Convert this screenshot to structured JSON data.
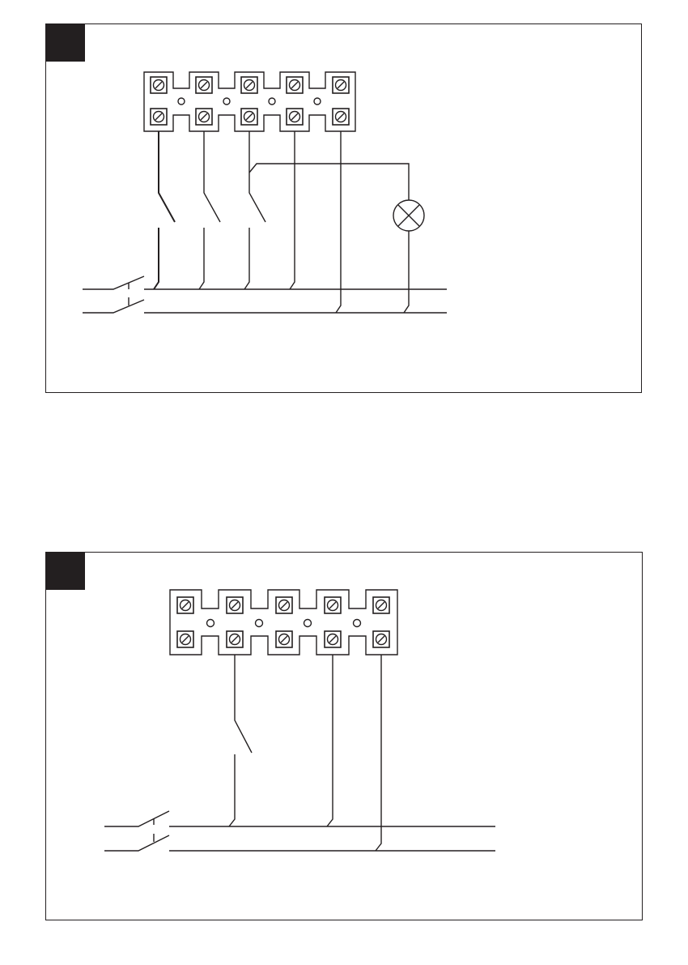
{
  "page": {
    "background": "#ffffff",
    "line_color": "#231f20",
    "badge_color": "#231f20"
  },
  "figures": [
    {
      "id": "wiring-diagram-1",
      "terminal_block": {
        "terminals": 5,
        "screws_per_terminal": 2,
        "bridge_holes": 4
      },
      "components": [
        "double-pole-mains-switch",
        "switch",
        "switch",
        "switch",
        "lamp"
      ],
      "wires": 7
    },
    {
      "id": "wiring-diagram-2",
      "terminal_block": {
        "terminals": 5,
        "screws_per_terminal": 2,
        "bridge_holes": 4
      },
      "components": [
        "double-pole-mains-switch",
        "switch"
      ],
      "wires": 3
    }
  ]
}
